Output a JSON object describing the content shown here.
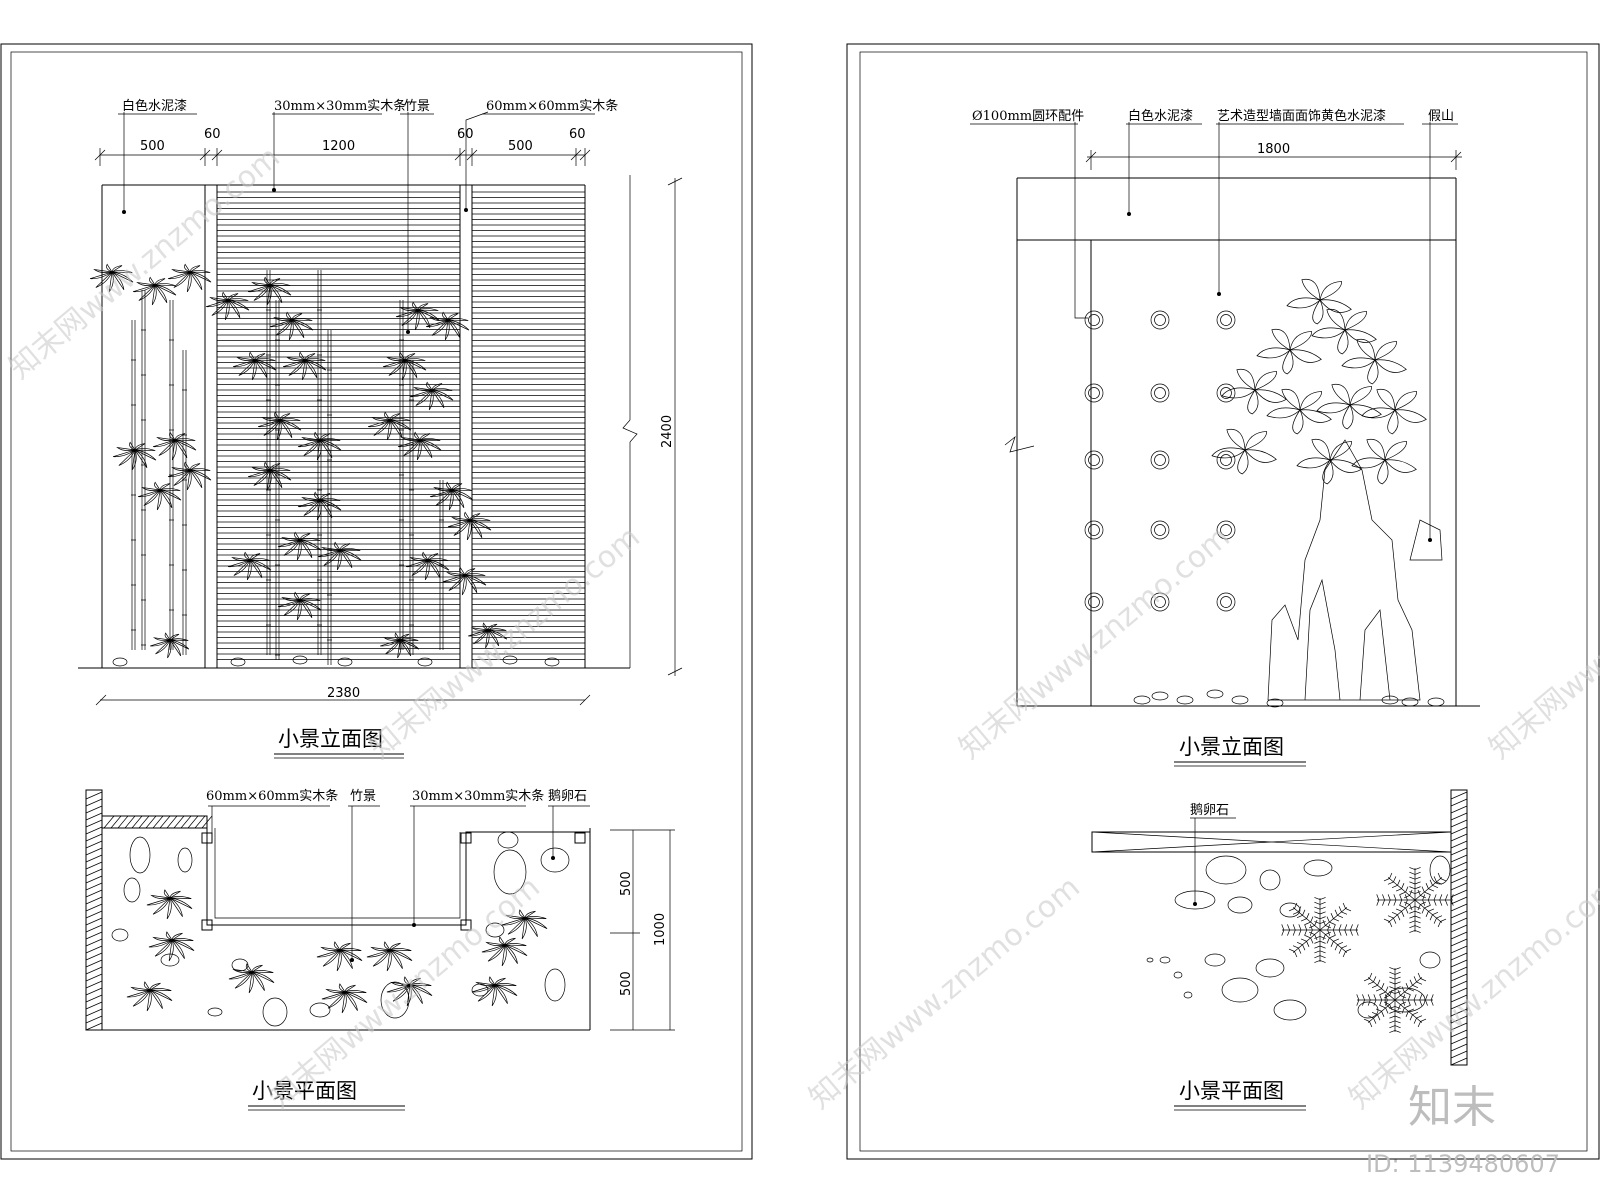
{
  "left_sheet": {
    "elevation": {
      "title": "小景立面图",
      "callouts": [
        "白色水泥漆",
        "30mm×30mm实木条",
        "竹景",
        "60mm×60mm实木条"
      ],
      "top_dims": [
        "500",
        "60",
        "1200",
        "60",
        "500",
        "60"
      ],
      "height_dim": "2400",
      "width_dim": "2380"
    },
    "plan": {
      "title": "小景平面图",
      "callouts": [
        "60mm×60mm实木条",
        "竹景",
        "30mm×30mm实木条",
        "鹅卵石"
      ],
      "side_dims": [
        "500",
        "1000",
        "500"
      ]
    }
  },
  "right_sheet": {
    "elevation": {
      "title": "小景立面图",
      "callouts": [
        "Ø100mm圆环配件",
        "白色水泥漆",
        "艺术造型墙面面饰黄色水泥漆",
        "假山"
      ],
      "top_dim": "1800"
    },
    "plan": {
      "title": "小景平面图",
      "callouts": [
        "鹅卵石"
      ]
    }
  },
  "watermark": {
    "text": "知末网www.znzmo.com",
    "logo": "知末",
    "id_label": "ID: 1139480607"
  }
}
